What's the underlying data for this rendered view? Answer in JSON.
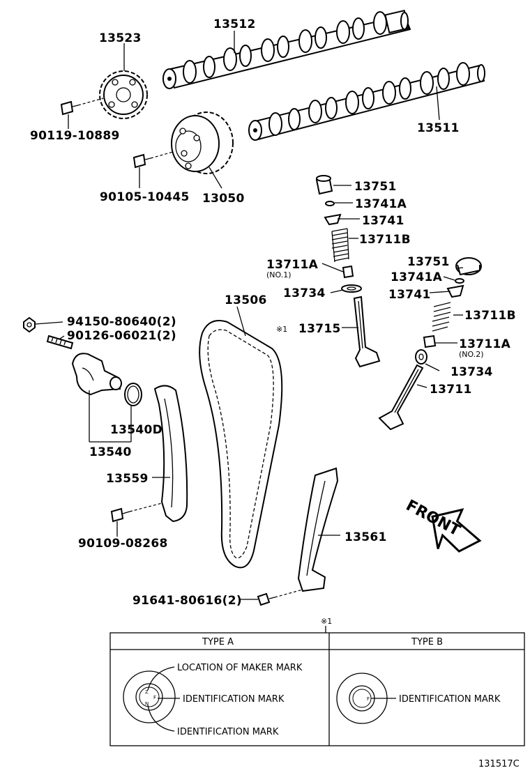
{
  "parts": {
    "p13523": "13523",
    "p13512": "13512",
    "p13511": "13511",
    "p90119": "90119-10889",
    "p90105": "90105-10445",
    "p13050": "13050",
    "p13751a": "13751",
    "p13741Aa": "13741A",
    "p13741a": "13741",
    "p13711Ba": "13711B",
    "p13711Aa": "13711A",
    "p13711Aa_sub": "(NO.1)",
    "p13734a": "13734",
    "p13715_mark": "※1",
    "p13715": "13715",
    "p13506": "13506",
    "p13751b": "13751",
    "p13741Ab": "13741A",
    "p13741b": "13741",
    "p13711Bb": "13711B",
    "p13711Ab": "13711A",
    "p13711Ab_sub": "(NO.2)",
    "p13734b": "13734",
    "p13711": "13711",
    "p94150": "94150-80640(2)",
    "p90126": "90126-06021(2)",
    "p13540D": "13540D",
    "p13540": "13540",
    "p13559": "13559",
    "p90109": "90109-08268",
    "p13561": "13561",
    "p91641": "91641-80616(2)"
  },
  "front_label": "FRONT",
  "table": {
    "mark": "※1",
    "type_a": "TYPE A",
    "type_b": "TYPE B",
    "location_maker_mark": "LOCATION OF MAKER MARK",
    "identification_mark_1": "IDENTIFICATION MARK",
    "identification_mark_2": "IDENTIFICATION MARK",
    "identification_mark_b": "IDENTIFICATION MARK",
    "maker_glyph": "Z",
    "id_glyph_a": "F",
    "id_glyph_a2": "N",
    "id_glyph_b": "F"
  },
  "figure_code": "131517C"
}
